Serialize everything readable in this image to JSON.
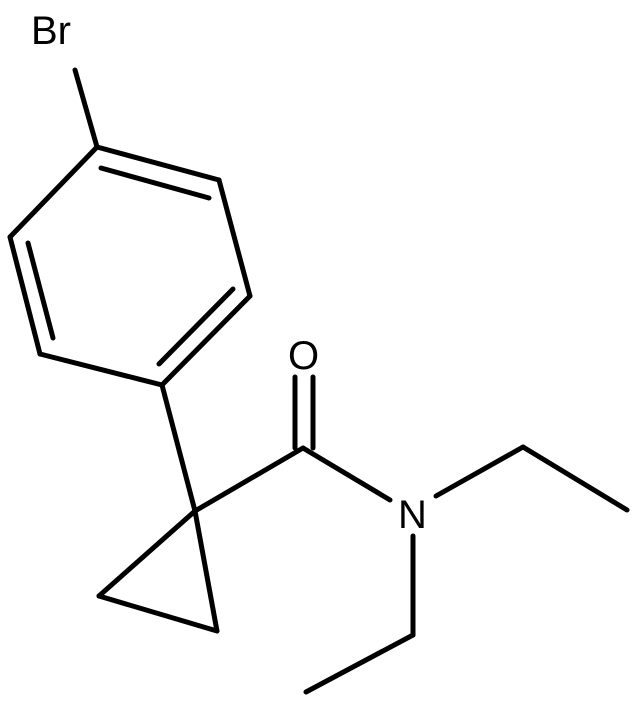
{
  "molecule": {
    "atoms": {
      "bromine": "Br",
      "oxygen": "O",
      "nitrogen": "N"
    },
    "colors": {
      "bond": "#000000",
      "label": "#000000",
      "background": "#ffffff"
    }
  }
}
